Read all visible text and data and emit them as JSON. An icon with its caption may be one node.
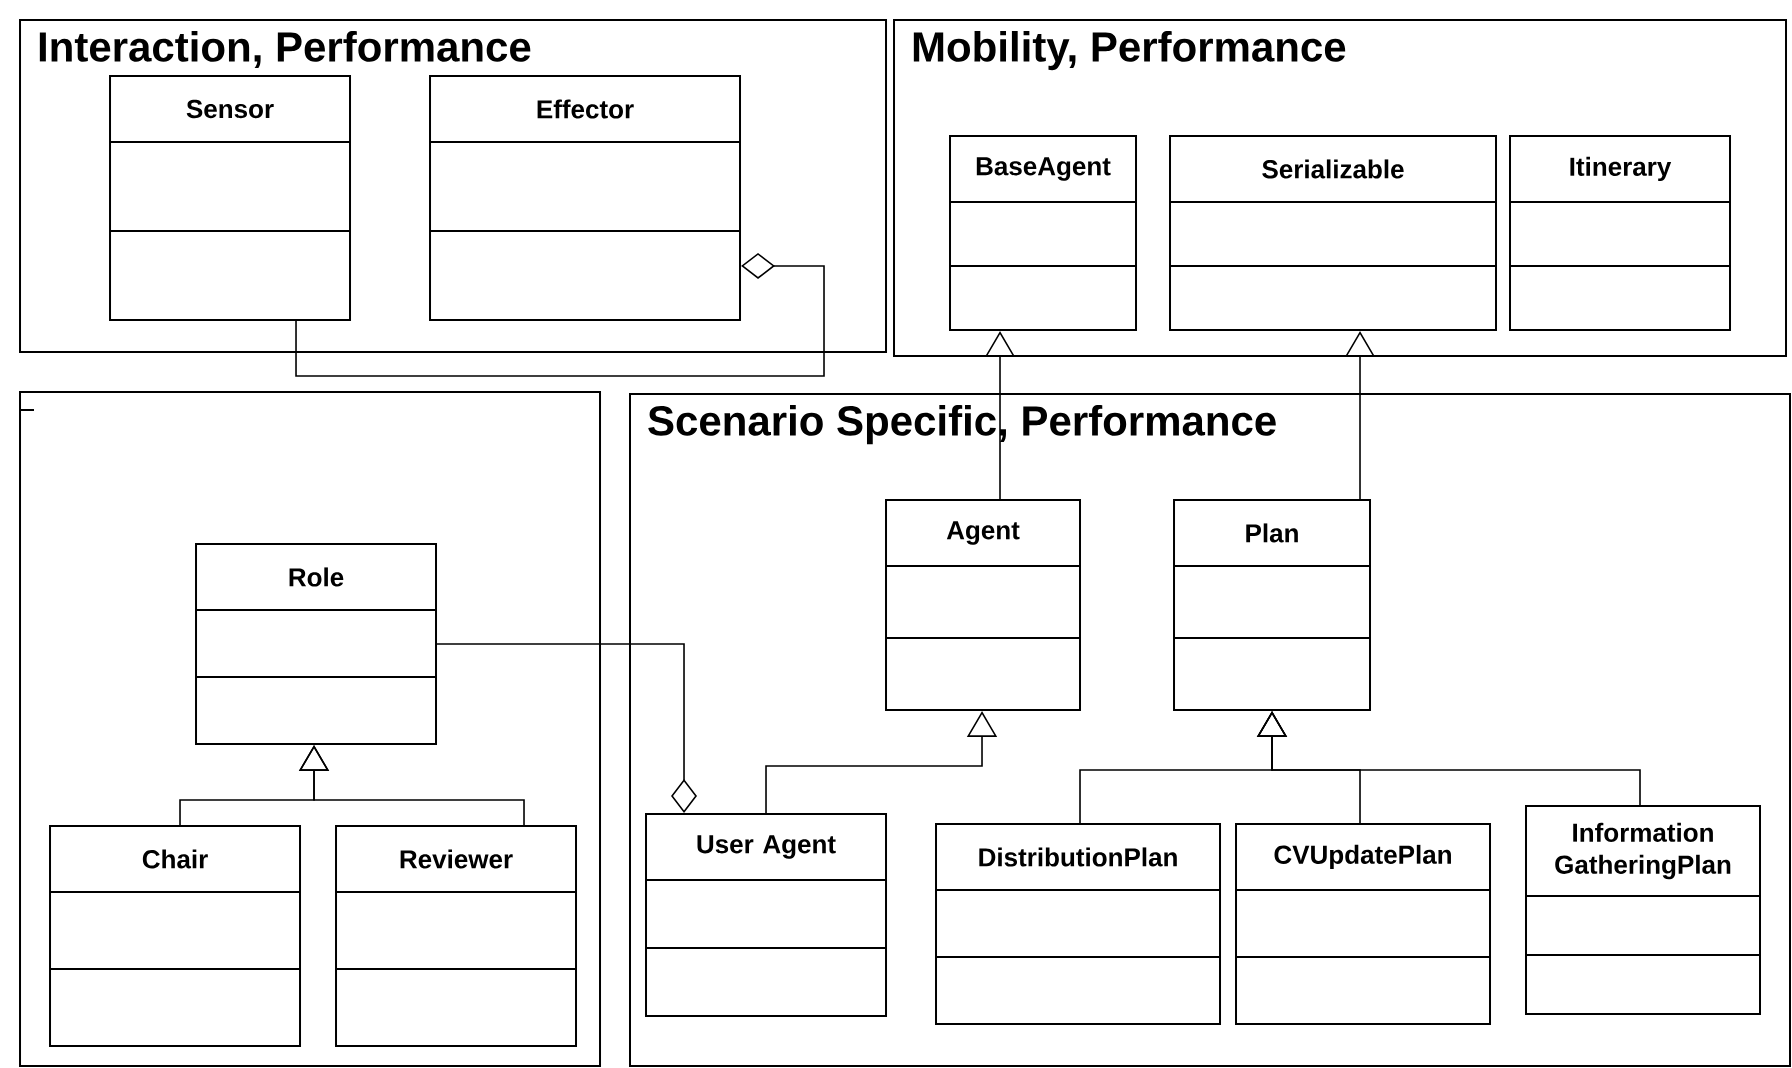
{
  "diagram": {
    "nodes": [
      {
        "text": [
          "Interaction, Performance"
        ]
      },
      {
        "text": [
          "Sensor"
        ],
        "in": 0
      },
      {
        "text": [
          "Effector"
        ],
        "in": 0
      },
      {
        "text": [
          "Mobility, Performance"
        ]
      },
      {
        "text": [
          "BaseAgent"
        ],
        "in": 3
      },
      {
        "text": [
          "Serializable"
        ],
        "in": 3
      },
      {
        "text": [
          "Itinerary"
        ],
        "in": 3
      },
      {
        "text": [],
        "shape": "box"
      },
      {
        "text": [
          "Role"
        ],
        "in": 7
      },
      {
        "text": [
          "Chair"
        ],
        "in": 7
      },
      {
        "text": [
          "Reviewer"
        ],
        "in": 7
      },
      {
        "text": [
          "Scenario Specific, Performance"
        ]
      },
      {
        "text": [
          "Agent"
        ],
        "in": 11
      },
      {
        "text": [
          "Plan"
        ],
        "in": 11
      },
      {
        "text": [
          "User Agent"
        ],
        "in": 11
      },
      {
        "text": [
          "DistributionPlan"
        ],
        "in": 11
      },
      {
        "text": [
          "CVUpdatePlan"
        ],
        "in": 11
      },
      {
        "text": [
          "Information GatheringPlan"
        ],
        "in": 11
      }
    ],
    "edges": [
      {
        "from": 1,
        "to": 2,
        "arrow": "other"
      },
      {
        "from": 12,
        "to": 4,
        "arrow": "to"
      },
      {
        "from": 13,
        "to": 5,
        "arrow": "to"
      },
      {
        "from": 9,
        "to": 8,
        "arrow": "to"
      },
      {
        "from": 10,
        "to": 8,
        "arrow": "to"
      },
      {
        "from": 8,
        "to": 14,
        "arrow": "other"
      },
      {
        "from": 14,
        "to": 12,
        "arrow": "to"
      },
      {
        "from": 15,
        "to": 13,
        "arrow": "to"
      },
      {
        "from": 16,
        "to": 13,
        "arrow": "to"
      },
      {
        "from": 17,
        "to": 13,
        "arrow": "to"
      }
    ]
  }
}
